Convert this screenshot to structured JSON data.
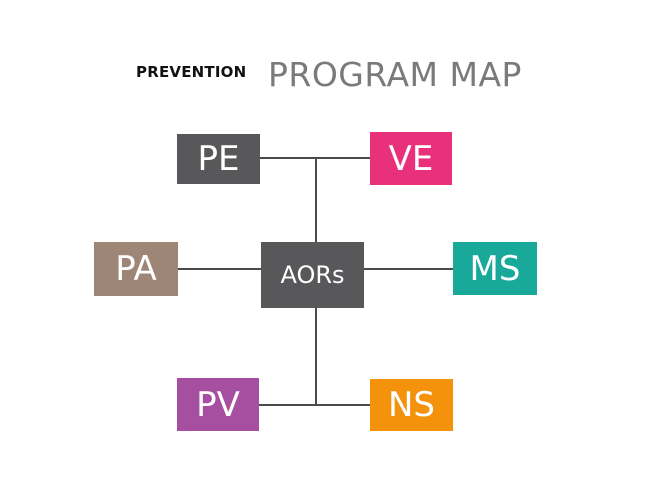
{
  "title": {
    "bold": "PREVENTION",
    "light": "PROGRAM MAP"
  },
  "center": {
    "label": "AORs",
    "color": "#58585a"
  },
  "nodes": {
    "pe": {
      "label": "PE",
      "color": "#58585a"
    },
    "ve": {
      "label": "VE",
      "color": "#e8317a"
    },
    "pa": {
      "label": "PA",
      "color": "#9e8677"
    },
    "ms": {
      "label": "MS",
      "color": "#18a99a"
    },
    "pv": {
      "label": "PV",
      "color": "#a64ea0"
    },
    "ns": {
      "label": "NS",
      "color": "#f4920c"
    }
  }
}
